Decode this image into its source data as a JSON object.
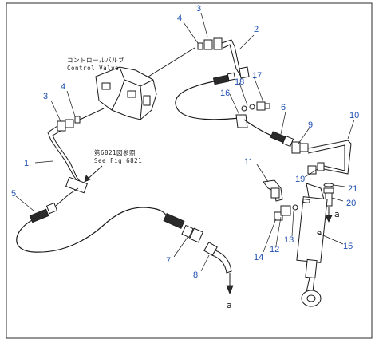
{
  "diagram": {
    "notes": {
      "control_valve_jp": "コントロールバルブ",
      "control_valve_en": "Control Valve",
      "see_fig_jp": "第6821図参照",
      "see_fig_en": "See Fig.6821"
    },
    "arrow_refs": [
      "a",
      "a"
    ],
    "callouts": [
      "1",
      "2",
      "3",
      "3",
      "4",
      "4",
      "5",
      "6",
      "7",
      "8",
      "9",
      "10",
      "11",
      "12",
      "13",
      "14",
      "15",
      "16",
      "17",
      "18",
      "19",
      "20",
      "21"
    ],
    "colors": {
      "callout_text": "#1f4fb0",
      "line_art": "#1a1a1a",
      "background": "#ffffff"
    }
  }
}
